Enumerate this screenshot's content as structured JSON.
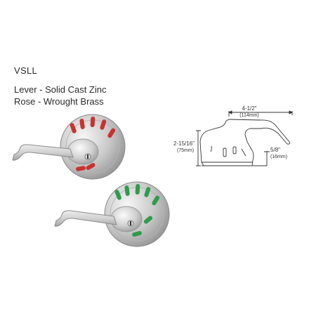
{
  "product": {
    "model": "VSLL",
    "specs": [
      "Lever - Solid Cast Zinc",
      "Rose - Wrought Brass"
    ]
  },
  "dimensions": {
    "length": {
      "imperial": "4-1/2\"",
      "metric": "(114mm)"
    },
    "height": {
      "imperial": "2-15/16\"",
      "metric": "(75mm)"
    },
    "projection": {
      "imperial": "5/8\"",
      "metric": "(16mm)"
    }
  },
  "indicator_colors": {
    "occupied": "#c8322f",
    "vacant": "#2f9b4a"
  }
}
